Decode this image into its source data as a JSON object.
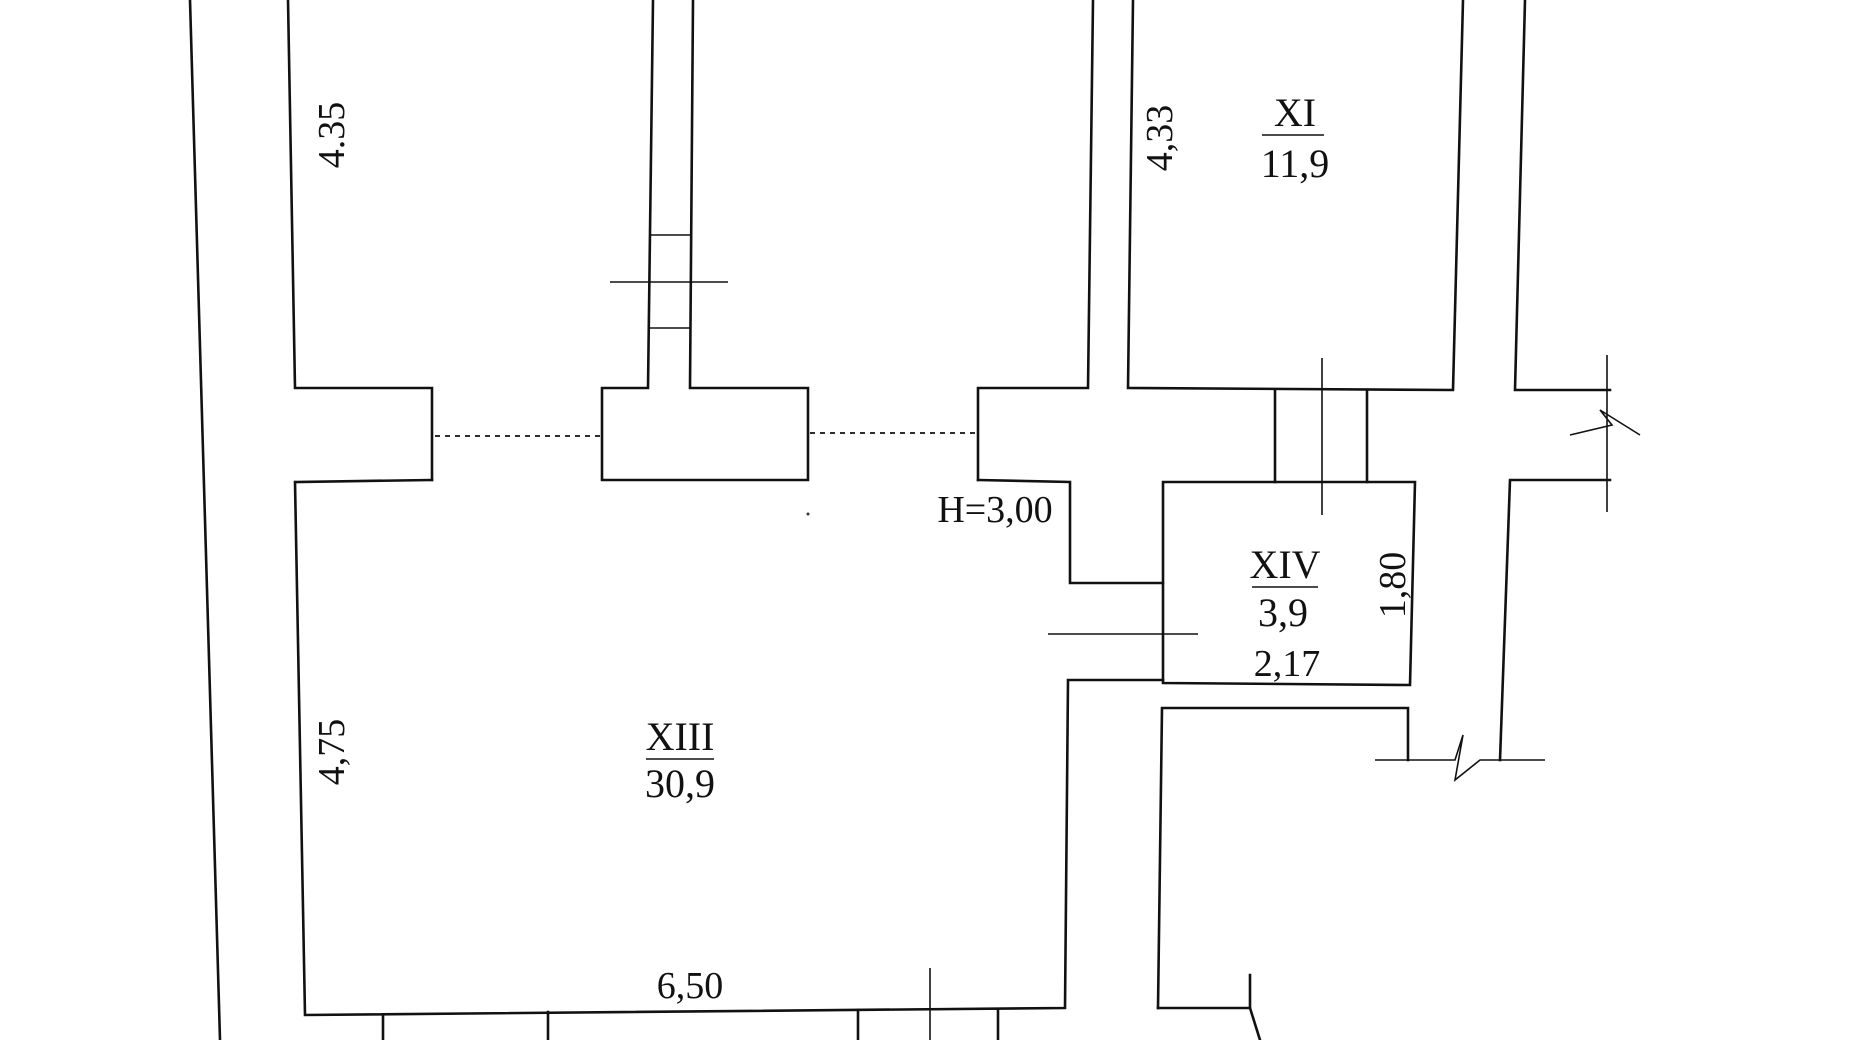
{
  "rooms": [
    {
      "id": "XI",
      "area": "11,9"
    },
    {
      "id": "XIV",
      "area": "3,9"
    },
    {
      "id": "XIII",
      "area": "30,9"
    }
  ],
  "dimensions": {
    "left_upper": "4.35",
    "xi_left": "4,33",
    "xiv_right": "1,80",
    "xiv_bottom": "2,17",
    "left_lower": "4,75",
    "bottom": "6,50"
  },
  "ceiling_height": "H=3,00"
}
